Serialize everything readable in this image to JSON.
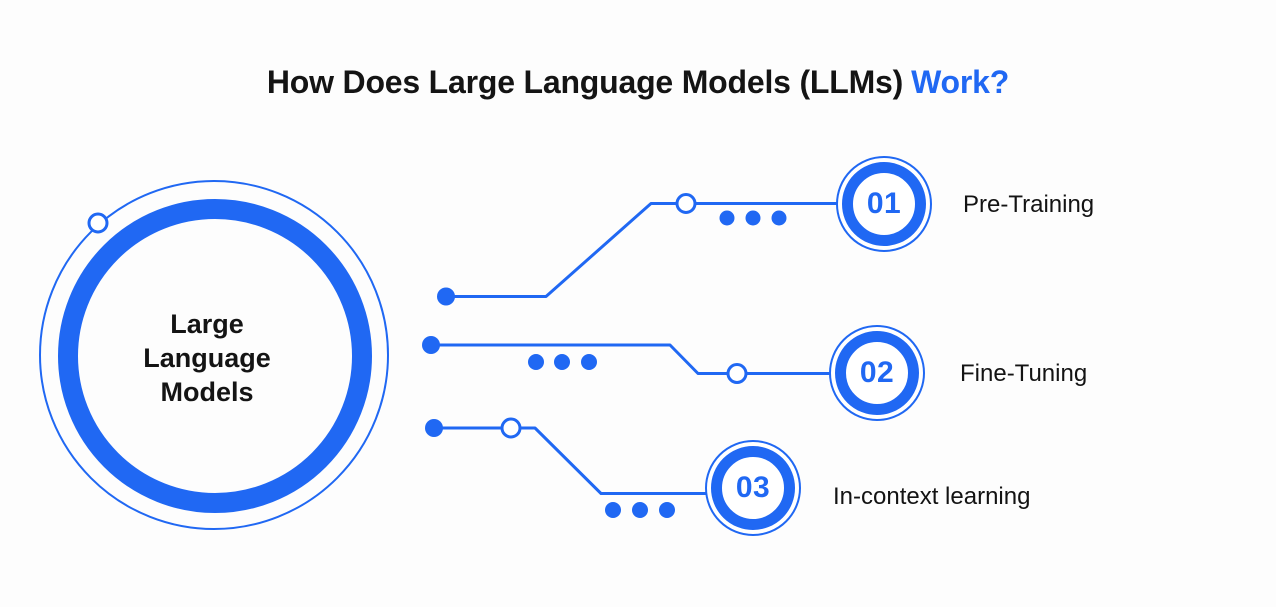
{
  "title": {
    "text_black": "How Does Large Language Models (LLMs)",
    "text_accent": "Work?"
  },
  "colors": {
    "accent_blue": "#2068f3",
    "text_dark": "#141414",
    "background": "#fdfdfd"
  },
  "central_node": {
    "label_lines": [
      "Large",
      "Language",
      "Models"
    ]
  },
  "steps": [
    {
      "number": "01",
      "label": "Pre-Training"
    },
    {
      "number": "02",
      "label": "Fine-Tuning"
    },
    {
      "number": "03",
      "label": "In-context learning"
    }
  ]
}
